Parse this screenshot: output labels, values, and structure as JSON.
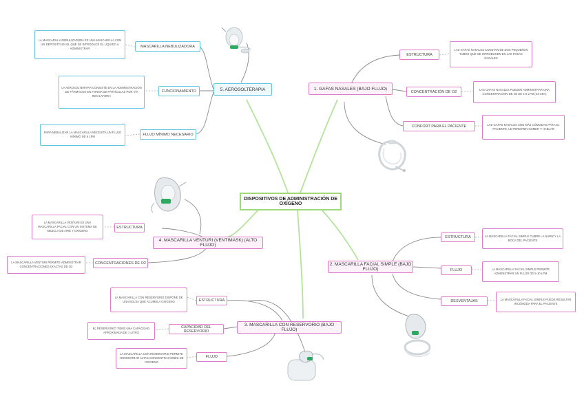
{
  "title": "DISPOSITIVOS DE ADMINISTRACIÓN DE OXÍGENO",
  "branches": [
    {
      "id": "gafas",
      "label": "1. GAFAS NASALES (BAJO FLUJO)",
      "children": [
        {
          "label": "ESTRUCTURA",
          "note": "LAS GAFAS NASALES CONSTAN DE DOS PEQUEÑOS TUBOS QUE SE INTRODUCEN EN LAS FOSAS NASALES"
        },
        {
          "label": "CONCENTRACIÓN DE O2",
          "note": "LAS GAFAS NASALES PUEDEN ADMINISTRAR UNA CONCENTRACIÓN DE O2 DE 1-6 LPM (24-44%)"
        },
        {
          "label": "CONFORT PARA EL PACIENTE",
          "note": "LAS GAFAS NASALES SON MÁS CÓMODAS PARA EL PACIENTE, LE PERMITEN COMER Y HABLAR"
        }
      ]
    },
    {
      "id": "mascarilla-facial",
      "label": "2. MASCARILLA FACIAL SIMPLE (BAJO FLUJO)",
      "children": [
        {
          "label": "ESTRUCTURA",
          "note": "LA MASCARILLA FACIAL SIMPLE CUBRE LA NARIZ Y LA BOCA DEL PACIENTE"
        },
        {
          "label": "FLUJO",
          "note": "LA MASCARILLA FACIAL SIMPLE PERMITE ADMINISTRAR UN FLUJO DE 5-10 LPM"
        },
        {
          "label": "DESVENTAJAS",
          "note": "LA MASCARILLA FACIAL SIMPLE PUEDE RESULTAR INCÓMODA PARA EL PACIENTE"
        }
      ]
    },
    {
      "id": "reservorio",
      "label": "3. MASCARILLA CON RESERVORIO (BAJO FLUJO)",
      "children": [
        {
          "label": "ESTRUCTURA",
          "note": "LA MASCARILLA CON RESERVORIO DISPONE DE UNA BOLSA QUE ACUMULA OXÍGENO"
        },
        {
          "label": "CAPACIDAD DEL RESERVORIO",
          "note": "EL RESERVORIO TIENE UNA CAPACIDAD APROXIMADA DE 1 LITRO"
        },
        {
          "label": "FLUJO",
          "note": "LA MASCARILLA CON RESERVORIO PERMITE ADMINISTRAR ALTAS CONCENTRACIONES DE OXÍGENO"
        }
      ]
    },
    {
      "id": "venturi",
      "label": "4. MASCARILLA VENTURI (VENTIMASK) (ALTO FLUJO)",
      "children": [
        {
          "label": "ESTRUCTURA",
          "note": "LA MASCARILLA VENTURI ES UNA MASCARILLA FACIAL CON UN SISTEMA DE MEZCLA DE AIRE Y OXÍGENO"
        },
        {
          "label": "CONCENTRACIONES DE O2",
          "note": "LA MASCARILLA VENTURI PERMITE ADMINISTRAR CONCENTRACIONES EXACTAS DE O2"
        }
      ]
    },
    {
      "id": "aerosol",
      "label": "5. AEROSOLTERAPIA",
      "children": [
        {
          "label": "MASCARILLA NEBULIZADORA",
          "note": "LA MASCARILLA NEBULIZADORA ES UNA MASCARILLA CON UN DEPÓSITO EN EL QUE SE INTRODUCE EL LÍQUIDO A ADMINISTRAR"
        },
        {
          "label": "FUNCIONAMIENTO",
          "note": "LA AEROSOLTERAPIA CONSISTE EN LA ADMINISTRACIÓN DE FÁRMACOS EN FORMA DE PARTÍCULAS POR VÍA INHALATORIA"
        },
        {
          "label": "FLUJO MÍNIMO NECESARIO",
          "note": "PARA NEBULIZAR LA MASCARILLA NECESITA UN FLUJO MÍNIMO DE 6 LPM"
        }
      ]
    }
  ],
  "colors": {
    "center_border": "#9bd97a",
    "link_green": "#b4e39c",
    "link_gray": "#8a8a8a",
    "pink": "#e07ac8",
    "blue": "#65c4e0"
  },
  "devices": [
    {
      "name": "nebulizer-mask-icon"
    },
    {
      "name": "nasal-cannula-icon"
    },
    {
      "name": "venturi-mask-icon"
    },
    {
      "name": "simple-mask-icon"
    },
    {
      "name": "reservoir-mask-icon"
    }
  ]
}
